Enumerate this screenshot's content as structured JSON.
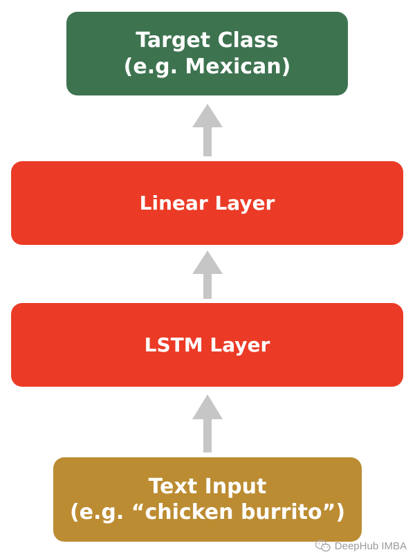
{
  "colors": {
    "target_box": "#3e7350",
    "layer_box": "#eb3b26",
    "input_box": "#bc8c33",
    "arrow": "#c6c6c6",
    "text": "#ffffff"
  },
  "nodes": {
    "target": {
      "line1": "Target Class",
      "line2": "(e.g. Mexican)"
    },
    "linear": {
      "label": "Linear Layer"
    },
    "lstm": {
      "label": "LSTM Layer"
    },
    "input": {
      "line1": "Text Input",
      "line2": "(e.g. “chicken burrito”)"
    }
  },
  "edges": [
    {
      "from": "input",
      "to": "lstm",
      "icon": "arrow-up-icon"
    },
    {
      "from": "lstm",
      "to": "linear",
      "icon": "arrow-up-icon"
    },
    {
      "from": "linear",
      "to": "target",
      "icon": "arrow-up-icon"
    }
  ],
  "watermark": {
    "icon": "wechat-icon",
    "text": "DeepHub IMBA"
  }
}
